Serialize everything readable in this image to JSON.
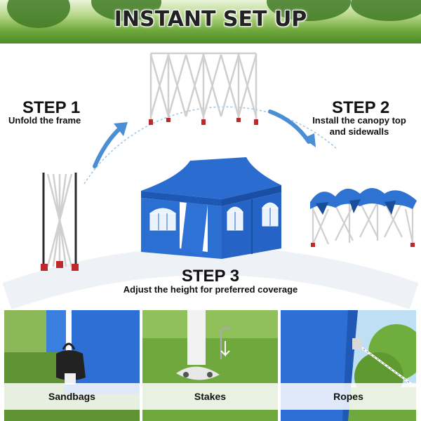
{
  "banner": {
    "title": "INSTANT SET UP"
  },
  "steps": [
    {
      "title": "STEP 1",
      "sub": [
        "Unfold the frame"
      ]
    },
    {
      "title": "STEP 2",
      "sub": [
        "Install the canopy top",
        "and sidewalls"
      ]
    },
    {
      "title": "STEP 3",
      "sub": [
        "Adjust the height for preferred coverage"
      ]
    }
  ],
  "accessories": [
    {
      "label": "Sandbags"
    },
    {
      "label": "Stakes"
    },
    {
      "label": "Ropes"
    }
  ],
  "colors": {
    "canopy": "#1f5fc4",
    "grass": "#6fa83c",
    "sky": "#c9e4f6",
    "arrow": "#4a8fd6"
  }
}
